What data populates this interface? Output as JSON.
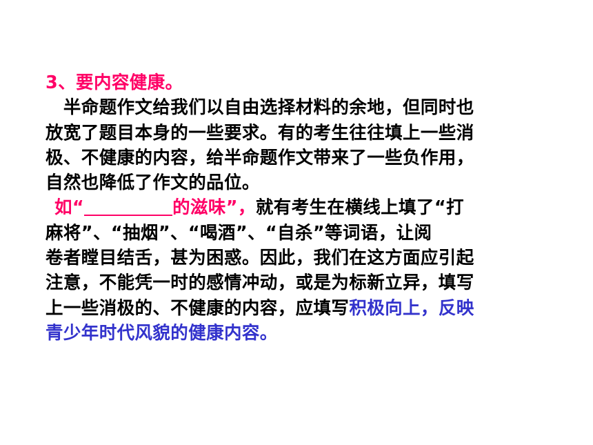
{
  "heading": "3、要内容健康。",
  "paragraph1": {
    "line1": "　半命题作文给我们以自由选择材料的余地，但同时也",
    "line2": "放宽了题目本身的一些要求。有的考生往往填上一些消",
    "line3": "极、不健康的内容，给半命题作文带来了一些负作用，",
    "line4": "自然也降低了作文的品位。"
  },
  "paragraph2": {
    "example_open": "如“",
    "example_close": "的滋味”，",
    "line1_rest": "就有考生在横线上填了“打",
    "line2": "麻将”、“抽烟”、“喝酒”、“自杀”等词语，让阅",
    "line3": "卷者瞠目结舌，甚为困惑。因此，我们在这方面应引起",
    "line4": "注意，不能凭一时的感情冲动，或是为标新立异，填写",
    "line5_plain": "上一些消极的、不健康的内容，应填写",
    "line5_blue": "积极向上，反映",
    "line6_blue": "青少年时代风貌的健康内容。"
  },
  "colors": {
    "heading": "#ff0066",
    "emphasis_pink": "#ff0066",
    "emphasis_blue": "#3333cc",
    "body": "#000000",
    "background": "#ffffff"
  }
}
